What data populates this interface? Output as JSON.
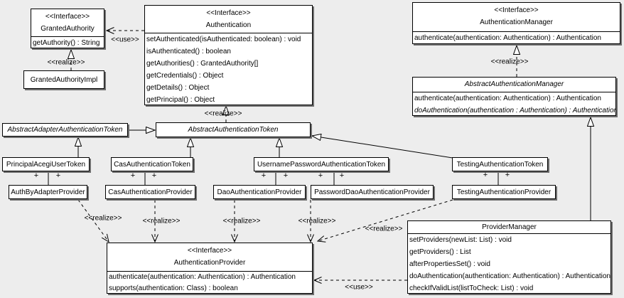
{
  "labels": {
    "use": "<<use>>",
    "realize": "<<realize>>",
    "plus": "+"
  },
  "colors": {
    "background": "#ededed",
    "box_fill": "#ffffff",
    "box_border": "#000000",
    "box_shadow": "#6e6e6e"
  },
  "classes": {
    "granted_authority": {
      "stereotype": "<<Interface>>",
      "name": "GrantedAuthority",
      "methods": [
        "getAuthority() : String"
      ]
    },
    "granted_authority_impl": {
      "name": "GrantedAuthorityImpl"
    },
    "authentication": {
      "stereotype": "<<Interface>>",
      "name": "Authentication",
      "methods": [
        "setAuthenticated(isAuthenticated: boolean) : void",
        "isAuthenticated() : boolean",
        "getAuthorities() : GrantedAuthority[]",
        "getCredentials() : Object",
        "getDetails() : Object",
        "getPrincipal() : Object"
      ]
    },
    "authentication_manager": {
      "stereotype": "<<Interface>>",
      "name": "AuthenticationManager",
      "methods": [
        "authenticate(authentication: Authentication) : Authentication"
      ]
    },
    "abstract_authentication_manager": {
      "name": "AbstractAuthenticationManager",
      "methods": [
        "authenticate(authentication: Authentication) : Authentication",
        "doAuthentication(authentication : Authentication) : Authentication"
      ]
    },
    "abstract_adapter_authentication_token": {
      "name": "AbstractAdapterAuthenticationToken"
    },
    "abstract_authentication_token": {
      "name": "AbstractAuthenticationToken"
    },
    "principal_acegi_user_token": {
      "name": "PrincipalAcegiUserToken"
    },
    "cas_authentication_token": {
      "name": "CasAuthenticationToken"
    },
    "username_password_authentication_token": {
      "name": "UsernamePasswordAuthenticationToken"
    },
    "testing_authentication_token": {
      "name": "TestingAuthenticationToken"
    },
    "auth_by_adapter_provider": {
      "name": "AuthByAdapterProvider"
    },
    "cas_authentication_provider": {
      "name": "CasAuthenticationProvider"
    },
    "dao_authentication_provider": {
      "name": "DaoAuthenticationProvider"
    },
    "password_dao_authentication_provider": {
      "name": "PasswordDaoAuthenticationProvider"
    },
    "testing_authentication_provider": {
      "name": "TestingAuthenticationProvider"
    },
    "authentication_provider": {
      "stereotype": "<<Interface>>",
      "name": "AuthenticationProvider",
      "methods": [
        "authenticate(authentication: Authentication) : Authentication",
        "supports(authentication: Class) : boolean"
      ]
    },
    "provider_manager": {
      "name": "ProviderManager",
      "methods": [
        "setProviders(newList: List) : void",
        "getProviders() : List",
        "afterPropertiesSet() : void",
        "doAuthentication(authentication: Authentication) : Authentication",
        "checkIfValidList(listToCheck: List) : void"
      ]
    }
  }
}
